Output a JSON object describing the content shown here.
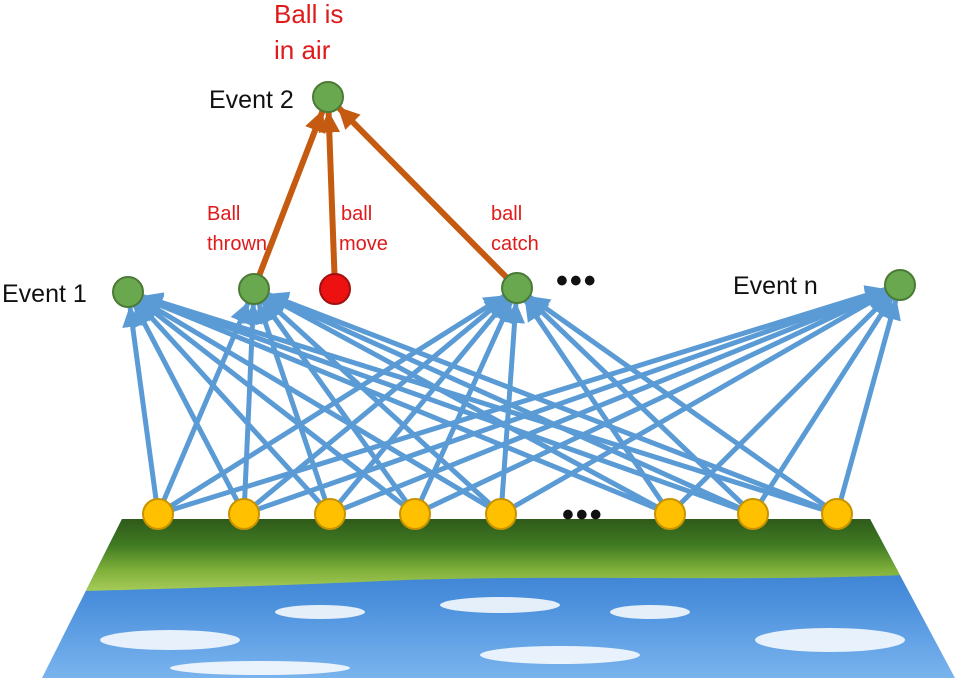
{
  "top_annotation": {
    "line1": "Ball is",
    "line2": "in air"
  },
  "events": {
    "event1": "Event 1",
    "event2": "Event 2",
    "eventn": "Event n",
    "middle_ellipsis": "•••"
  },
  "edge_labels": {
    "ball_thrown": {
      "line1": "Ball",
      "line2": "thrown"
    },
    "ball_move": {
      "line1": "ball",
      "line2": "move"
    },
    "ball_catch": {
      "line1": "ball",
      "line2": "catch"
    }
  },
  "bottom_ellipsis": "•••",
  "colors": {
    "green_node": "#6aa84f",
    "red_node": "#ee1111",
    "yellow_node": "#ffc000",
    "blue_arrow": "#5b9bd5",
    "orange_arrow": "#c55a11",
    "label_red": "#e01a1a"
  }
}
